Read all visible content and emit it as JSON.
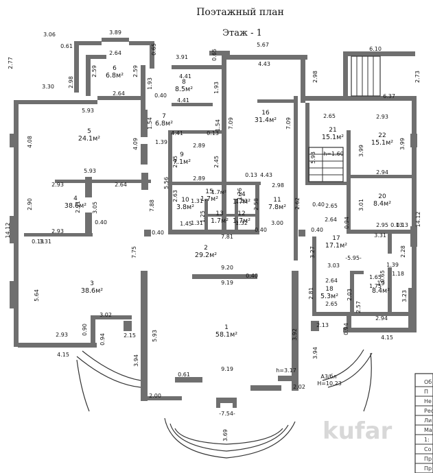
{
  "title": "Поэтажный план",
  "floor_label": "Этаж - 1",
  "watermark": "kufar",
  "rooms": [
    {
      "no": "1",
      "area": "58.1м²"
    },
    {
      "no": "2",
      "area": "29.2м²"
    },
    {
      "no": "3",
      "area": "38.6м²"
    },
    {
      "no": "4",
      "area": "38.6м²"
    },
    {
      "no": "5",
      "area": "24.1м²"
    },
    {
      "no": "6",
      "area": "6.8м²"
    },
    {
      "no": "7",
      "area": "6.8м²"
    },
    {
      "no": "8",
      "area": "8.5м²"
    },
    {
      "no": "9",
      "area": "7.1м²"
    },
    {
      "no": "10",
      "area": "3.8м²"
    },
    {
      "no": "11",
      "area": "7.8м²"
    },
    {
      "no": "12",
      "area": "1.7м²"
    },
    {
      "no": "13",
      "area": "1.7м²"
    },
    {
      "no": "14",
      "area": "1.7м²"
    },
    {
      "no": "15",
      "area": "1.7м²"
    },
    {
      "no": "16",
      "area": "31.4м²"
    },
    {
      "no": "17",
      "area": "17.1м²"
    },
    {
      "no": "18",
      "area": "5.3м²"
    },
    {
      "no": "19",
      "area": "8.4м²"
    },
    {
      "no": "20",
      "area": "8.4м²"
    },
    {
      "no": "21",
      "area": "15.1м²"
    },
    {
      "no": "22",
      "area": "15.1м²"
    }
  ],
  "dimensions": [
    "3.06",
    "3.89",
    "0.61",
    "2.64",
    "0.65",
    "2.77",
    "2.59",
    "2.59",
    "2.98",
    "1.93",
    "3.91",
    "0.65",
    "5.67",
    "6.10",
    "4.41",
    "1.93",
    "4.43",
    "2.98",
    "2.73",
    "3.30",
    "2.64",
    "0.40",
    "5.93",
    "4.41",
    "6.37",
    "1.54",
    "7.09",
    "7.09",
    "2.65",
    "2.93",
    "4.08",
    "4.09",
    "1.39",
    "4.41",
    "0.13",
    "1.54",
    "5.93",
    "3.99",
    "2.89",
    "h=1.60",
    "2.45",
    "2.45",
    "3.99",
    "0.13",
    "5.93",
    "4.43",
    "2.94",
    "2.93",
    "2.64",
    "5.56",
    "2.89",
    "1.26",
    "2.98",
    "2.63",
    "1.7м²",
    "2.90",
    "2.91",
    "3.05",
    "7.88",
    "1.31",
    "1.33",
    "2.62",
    "0.40",
    "2.65",
    "3.01",
    "0.40",
    "1.25",
    "1.45",
    "1.31",
    "1.32",
    "2.58",
    "2.64",
    "0.94",
    "2.93",
    "0.40",
    "3.00",
    "0.40",
    "0.13",
    "2.95",
    "0.13",
    "3.31",
    "0.13",
    "7.81",
    "0.40",
    "3.31",
    "2.28",
    "7.75",
    "3.27",
    "-5.95-",
    "14.12",
    "14.12",
    "3.03",
    "1.39",
    "9.20",
    "0.40",
    "1.65",
    "0.65",
    "1.18",
    "5.64",
    "9.19",
    "2.64",
    "1.75",
    "2.81",
    "2.03",
    "3.23",
    "3.02",
    "2.57",
    "2.65",
    "0.90",
    "2.13",
    "2.94",
    "2.93",
    "2.15",
    "5.93",
    "3.92",
    "0.94",
    "4.15",
    "0.94",
    "4.15",
    "3.94",
    "3.94",
    "9.19",
    "0.61",
    "h=3.17",
    "A3/бл",
    "H=10.23",
    "2.00",
    "2.02",
    "-7.54-",
    "3.69"
  ],
  "stamp_lines": [
    "Об",
    "П",
    "Не",
    "Рес",
    "Ли",
    "Ма",
    "1:",
    "Со",
    "Пр",
    "Пр"
  ]
}
